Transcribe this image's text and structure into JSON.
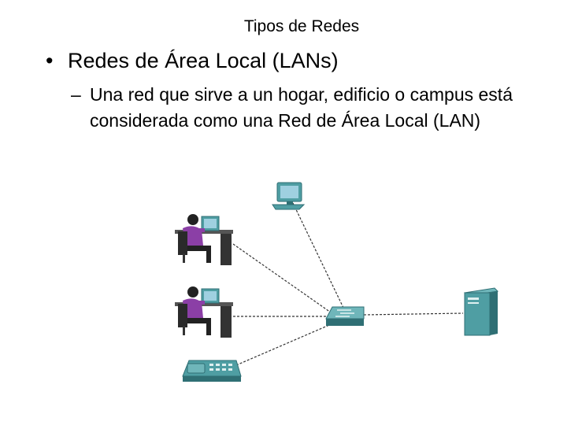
{
  "slide": {
    "title": "Tipos de Redes",
    "bullet": {
      "marker": "•",
      "text": "Redes de Área Local (LANs)"
    },
    "subbullet": {
      "marker": "–",
      "text": "Una red que sirve a un hogar, edificio o campus está considerada como una Red de Área Local (LAN)"
    }
  },
  "diagram": {
    "colors": {
      "device_teal": "#4f9ea3",
      "device_dark": "#2f6f74",
      "screen": "#9fd0e0",
      "person_purple": "#8b3fa6",
      "cable": "#333333"
    },
    "devices": [
      "computer-icon",
      "workstation-user-icon",
      "workstation-user-icon",
      "ip-phone-icon",
      "switch-icon",
      "server-icon"
    ]
  }
}
